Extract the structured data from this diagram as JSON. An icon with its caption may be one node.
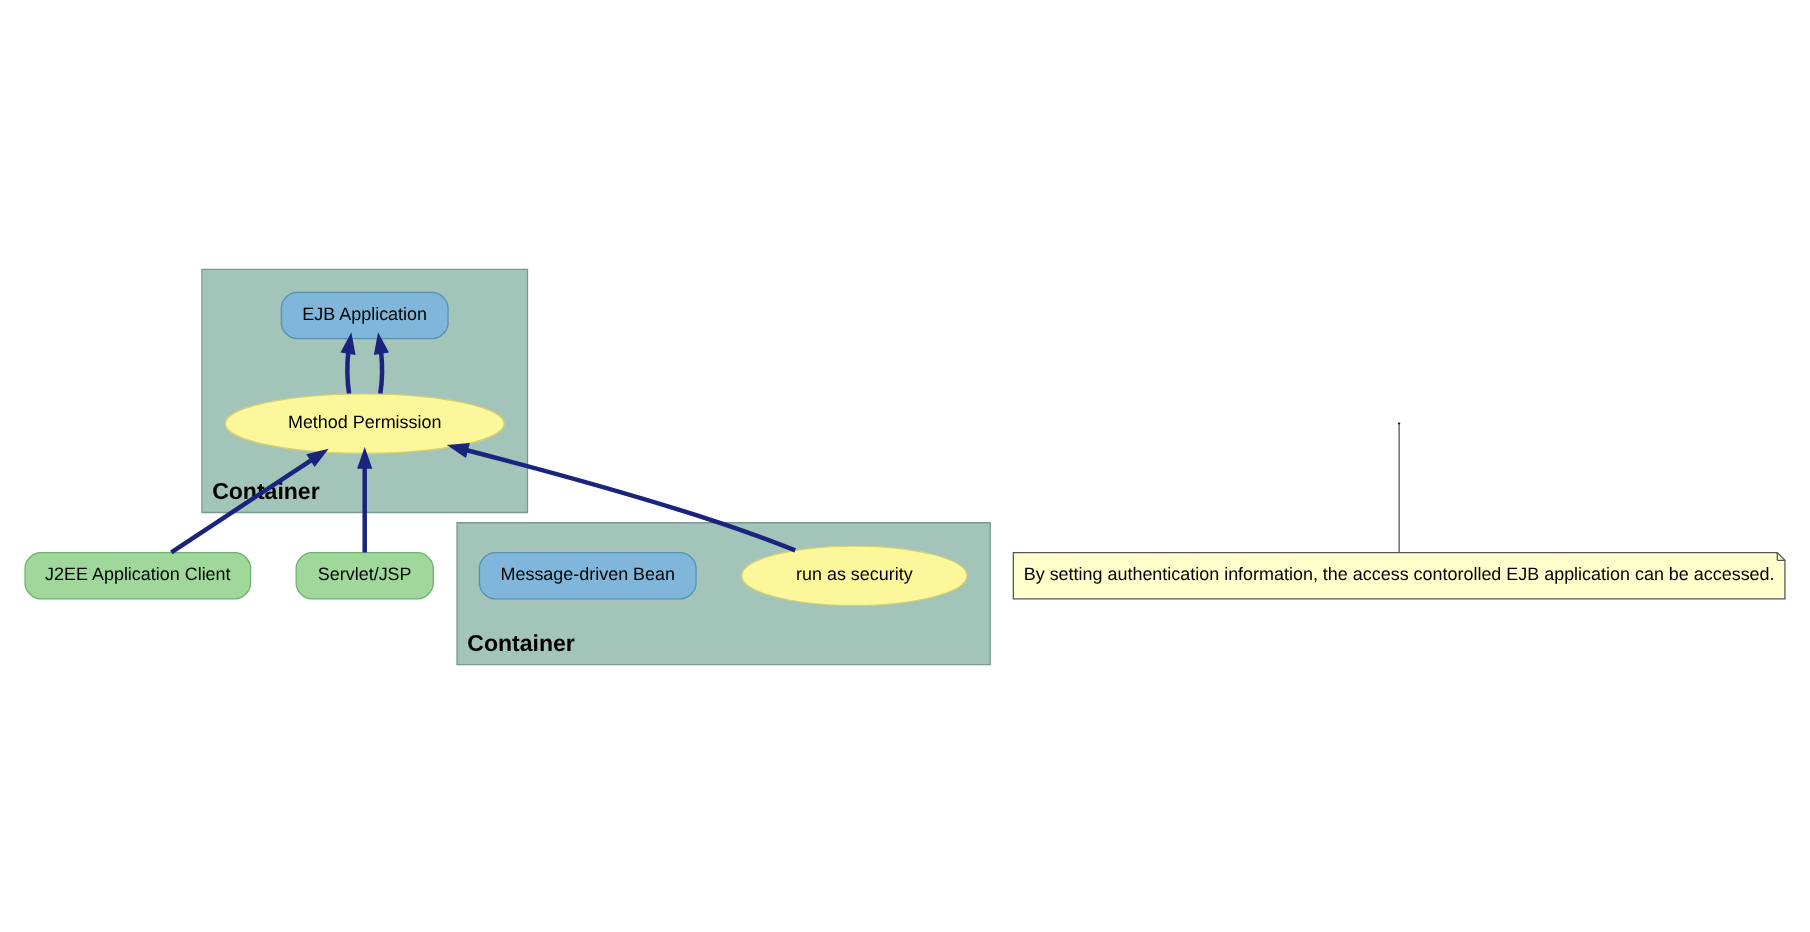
{
  "diagram": {
    "nodes": [
      {
        "text": [
          "Container"
        ]
      },
      {
        "text": [
          "EJB Application"
        ],
        "in": 0
      },
      {
        "text": [
          "Method Permission"
        ],
        "in": 0
      },
      {
        "text": [
          "J2EE Application Client"
        ]
      },
      {
        "text": [
          "Servlet/JSP"
        ]
      },
      {
        "text": [
          "Container"
        ]
      },
      {
        "text": [
          "run as security"
        ],
        "in": 5
      },
      {
        "text": [
          "Message-driven Bean"
        ],
        "in": 5
      },
      {
        "text": [
          "By setting authentication information, the access contorolled EJB application can be accessed."
        ]
      }
    ],
    "edges": [
      {
        "from": 2,
        "to": 1,
        "arrow": "to"
      },
      {
        "from": 2,
        "to": 1,
        "arrow": "to"
      },
      {
        "from": 3,
        "to": 2,
        "arrow": "to"
      },
      {
        "from": 4,
        "to": 2,
        "arrow": "to"
      },
      {
        "from": 6,
        "to": 2,
        "arrow": "to"
      },
      {
        "from": 8,
        "to": null,
        "arrow": "none"
      }
    ]
  }
}
